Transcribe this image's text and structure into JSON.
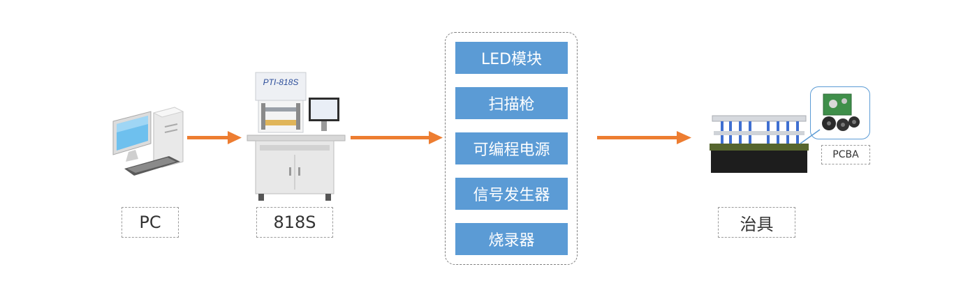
{
  "nodes": {
    "pc": {
      "label": "PC"
    },
    "tester": {
      "label": "818S",
      "brand": "PTI-818S"
    },
    "fixture": {
      "label": "治具",
      "callout": "PCBA"
    }
  },
  "modules": [
    "LED模块",
    "扫描枪",
    "可编程电源",
    "信号发生器",
    "烧录器"
  ],
  "colors": {
    "arrow": "#ed7d31",
    "module_fill": "#5b9bd5",
    "module_text": "#ffffff",
    "dashed_border": "#9a9a9a"
  }
}
